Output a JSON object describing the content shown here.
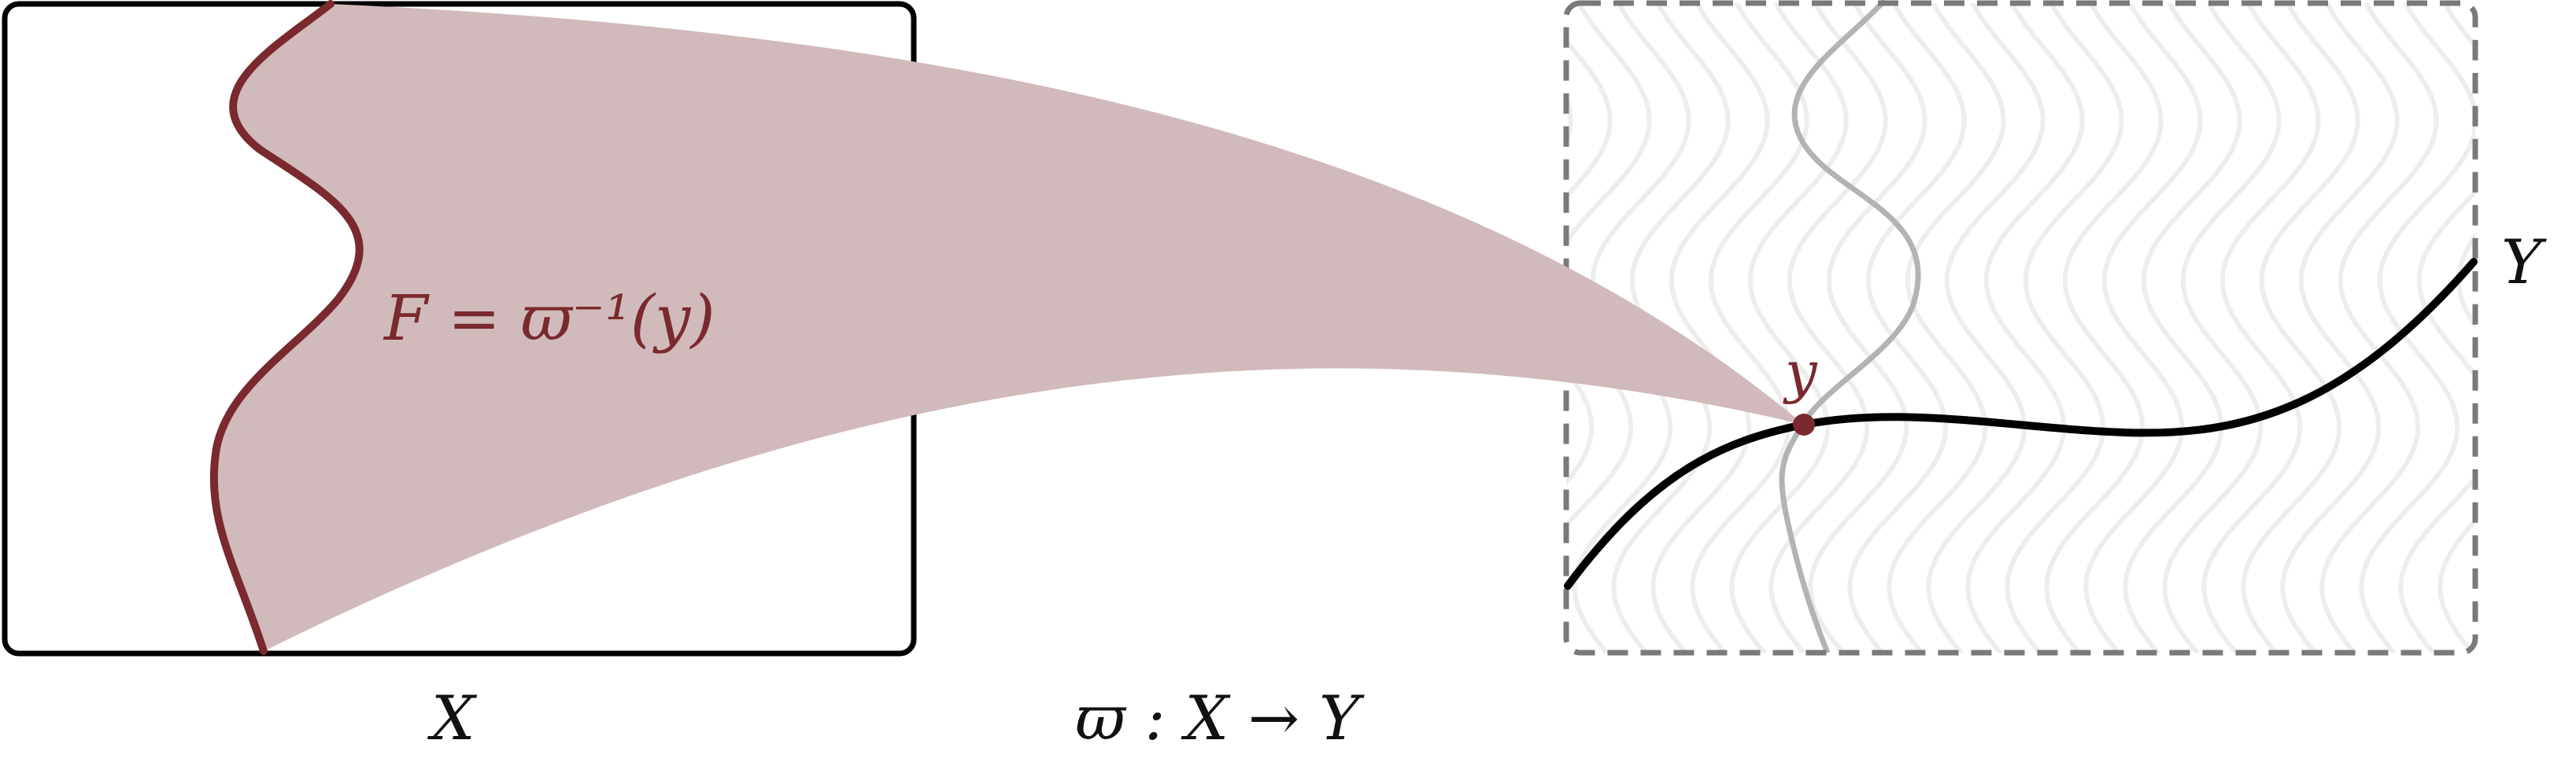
{
  "figure": {
    "labels": {
      "space_x": "X",
      "space_y": "Y",
      "fiber": "F = ϖ⁻¹(y)",
      "point": "y",
      "map": "ϖ : X → Y"
    },
    "colors": {
      "fiber_stroke": "#7a2a2e",
      "fiber_fill": "#d1babb",
      "point": "#7a2a2e",
      "foliation": "#ededed",
      "highlight_leaf": "#b3b3b3",
      "frame_x": "#000000",
      "frame_y": "#7a7a7a",
      "base_curve": "#000000"
    }
  }
}
